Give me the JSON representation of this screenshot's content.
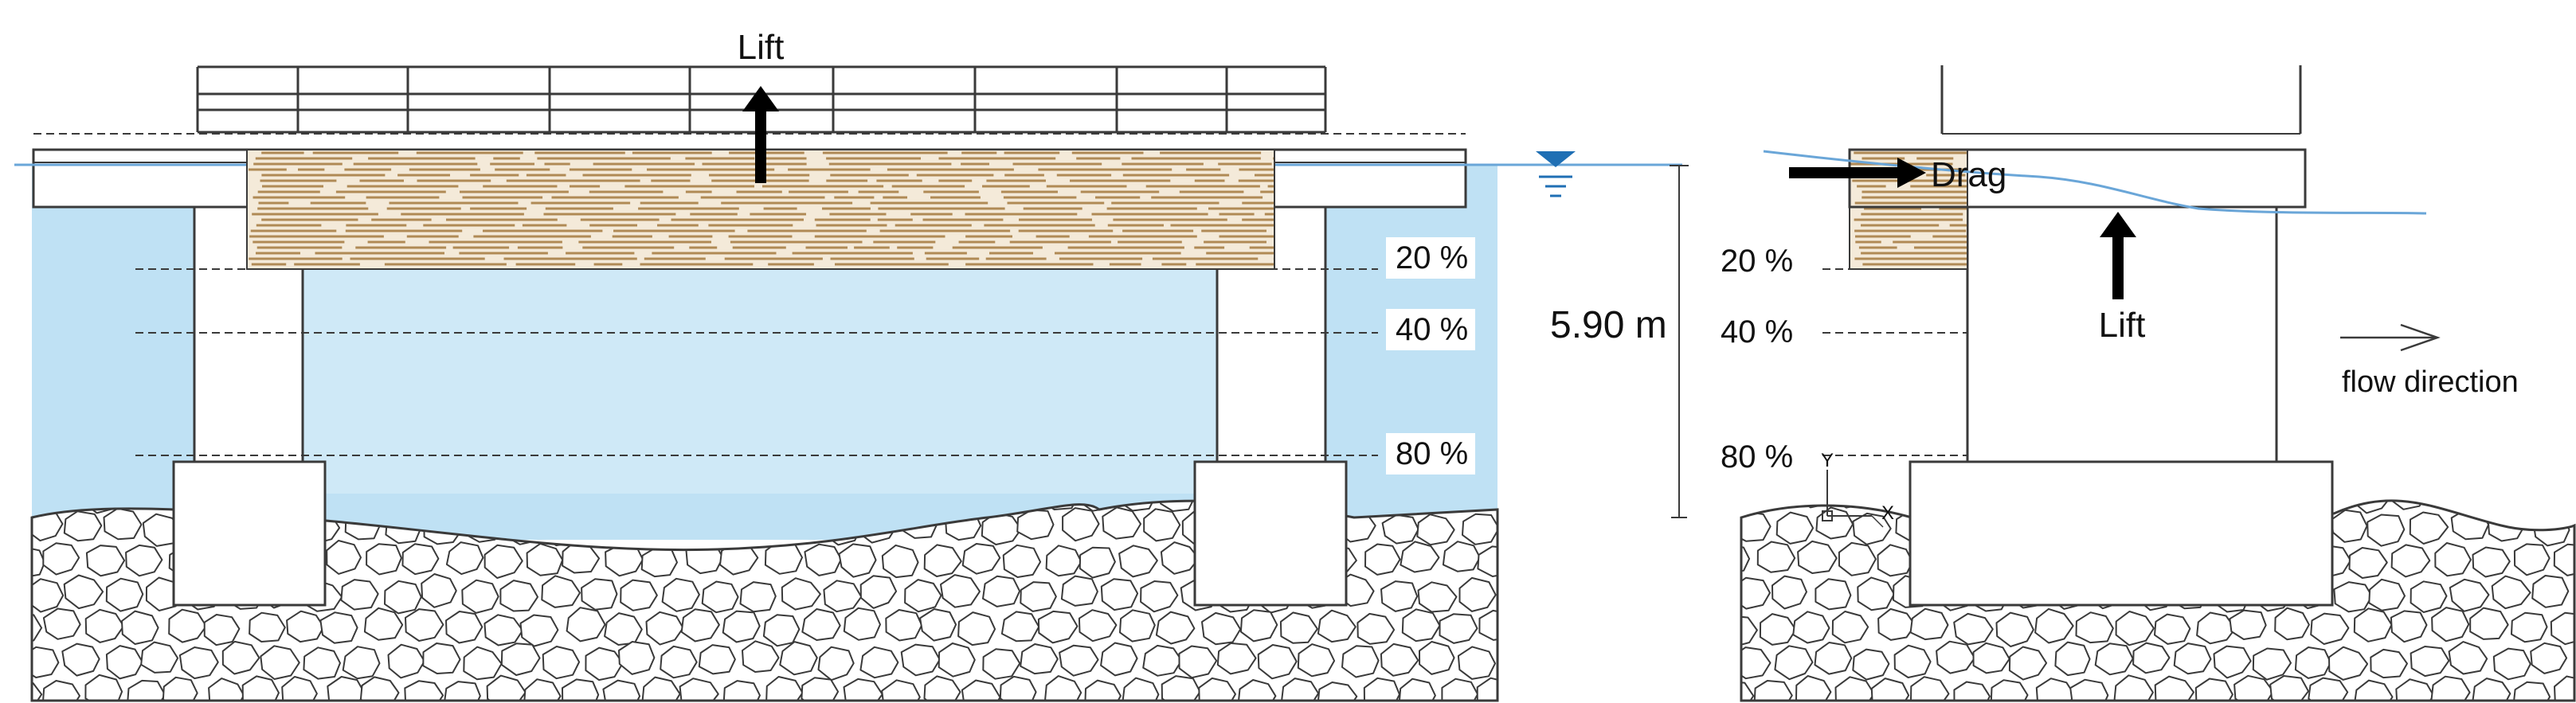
{
  "colors": {
    "water": "#cfe9f7",
    "water_side": "#bfe1f4",
    "water_line": "#6aa6d8",
    "debris_base": "#f4ead9",
    "debris_stroke": "#b08a55",
    "line": "#3a3a3a",
    "gravel_fill": "#ffffff",
    "water_symbol": "#1f6fb4"
  },
  "front_view": {
    "lift_label": "Lift",
    "level_20": "20 %",
    "level_40": "40 %",
    "level_80": "80 %",
    "depth_label": "5.90 m"
  },
  "side_view": {
    "drag_label": "Drag",
    "lift_label": "Lift",
    "level_20": "20 %",
    "level_40": "40 %",
    "level_80": "80 %",
    "flow_label": "flow direction",
    "axis_y": "Y",
    "axis_x": "X"
  },
  "icons": {
    "water_level": "water-level-triangle-icon",
    "flow_arrow": "right-arrow-icon"
  }
}
